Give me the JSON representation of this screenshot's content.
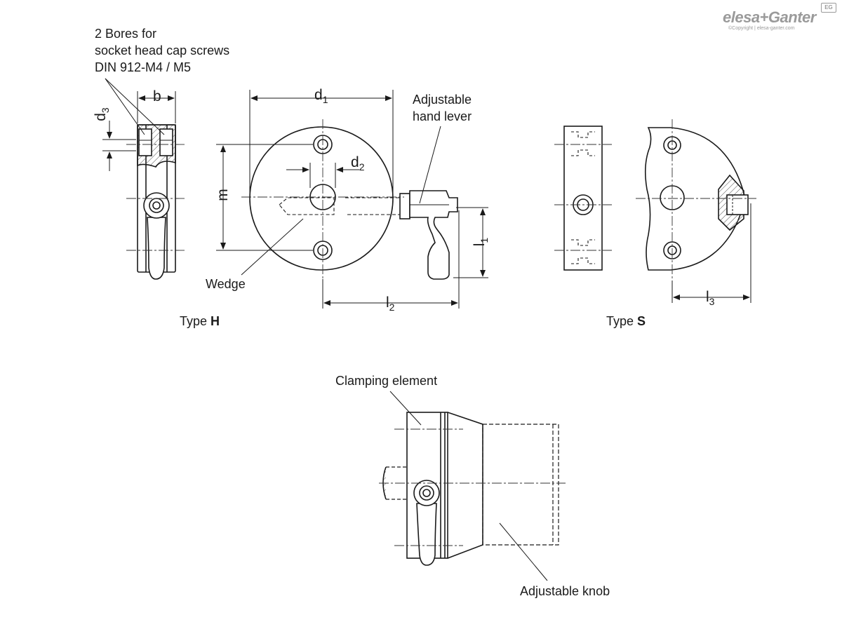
{
  "logo": {
    "brand": "elesa+Ganter",
    "copyright": "©Copyright | elesa-ganter.com",
    "badge": "EG"
  },
  "callouts": {
    "bores_line1": "2 Bores for",
    "bores_line2": "socket head cap screws",
    "bores_line3": "DIN 912-M4 / M5",
    "hand_lever_line1": "Adjustable",
    "hand_lever_line2": "hand lever",
    "wedge": "Wedge",
    "clamping_element": "Clamping element",
    "adjustable_knob": "Adjustable knob"
  },
  "types": {
    "h_prefix": "Type ",
    "h_letter": "H",
    "s_prefix": "Type ",
    "s_letter": "S"
  },
  "dimensions": {
    "b": "b",
    "d": "d",
    "d1_sub": "1",
    "d2_sub": "2",
    "d3_sub": "3",
    "m": "m",
    "l": "l",
    "l1_sub": "1",
    "l2_sub": "2",
    "l3_sub": "3"
  }
}
